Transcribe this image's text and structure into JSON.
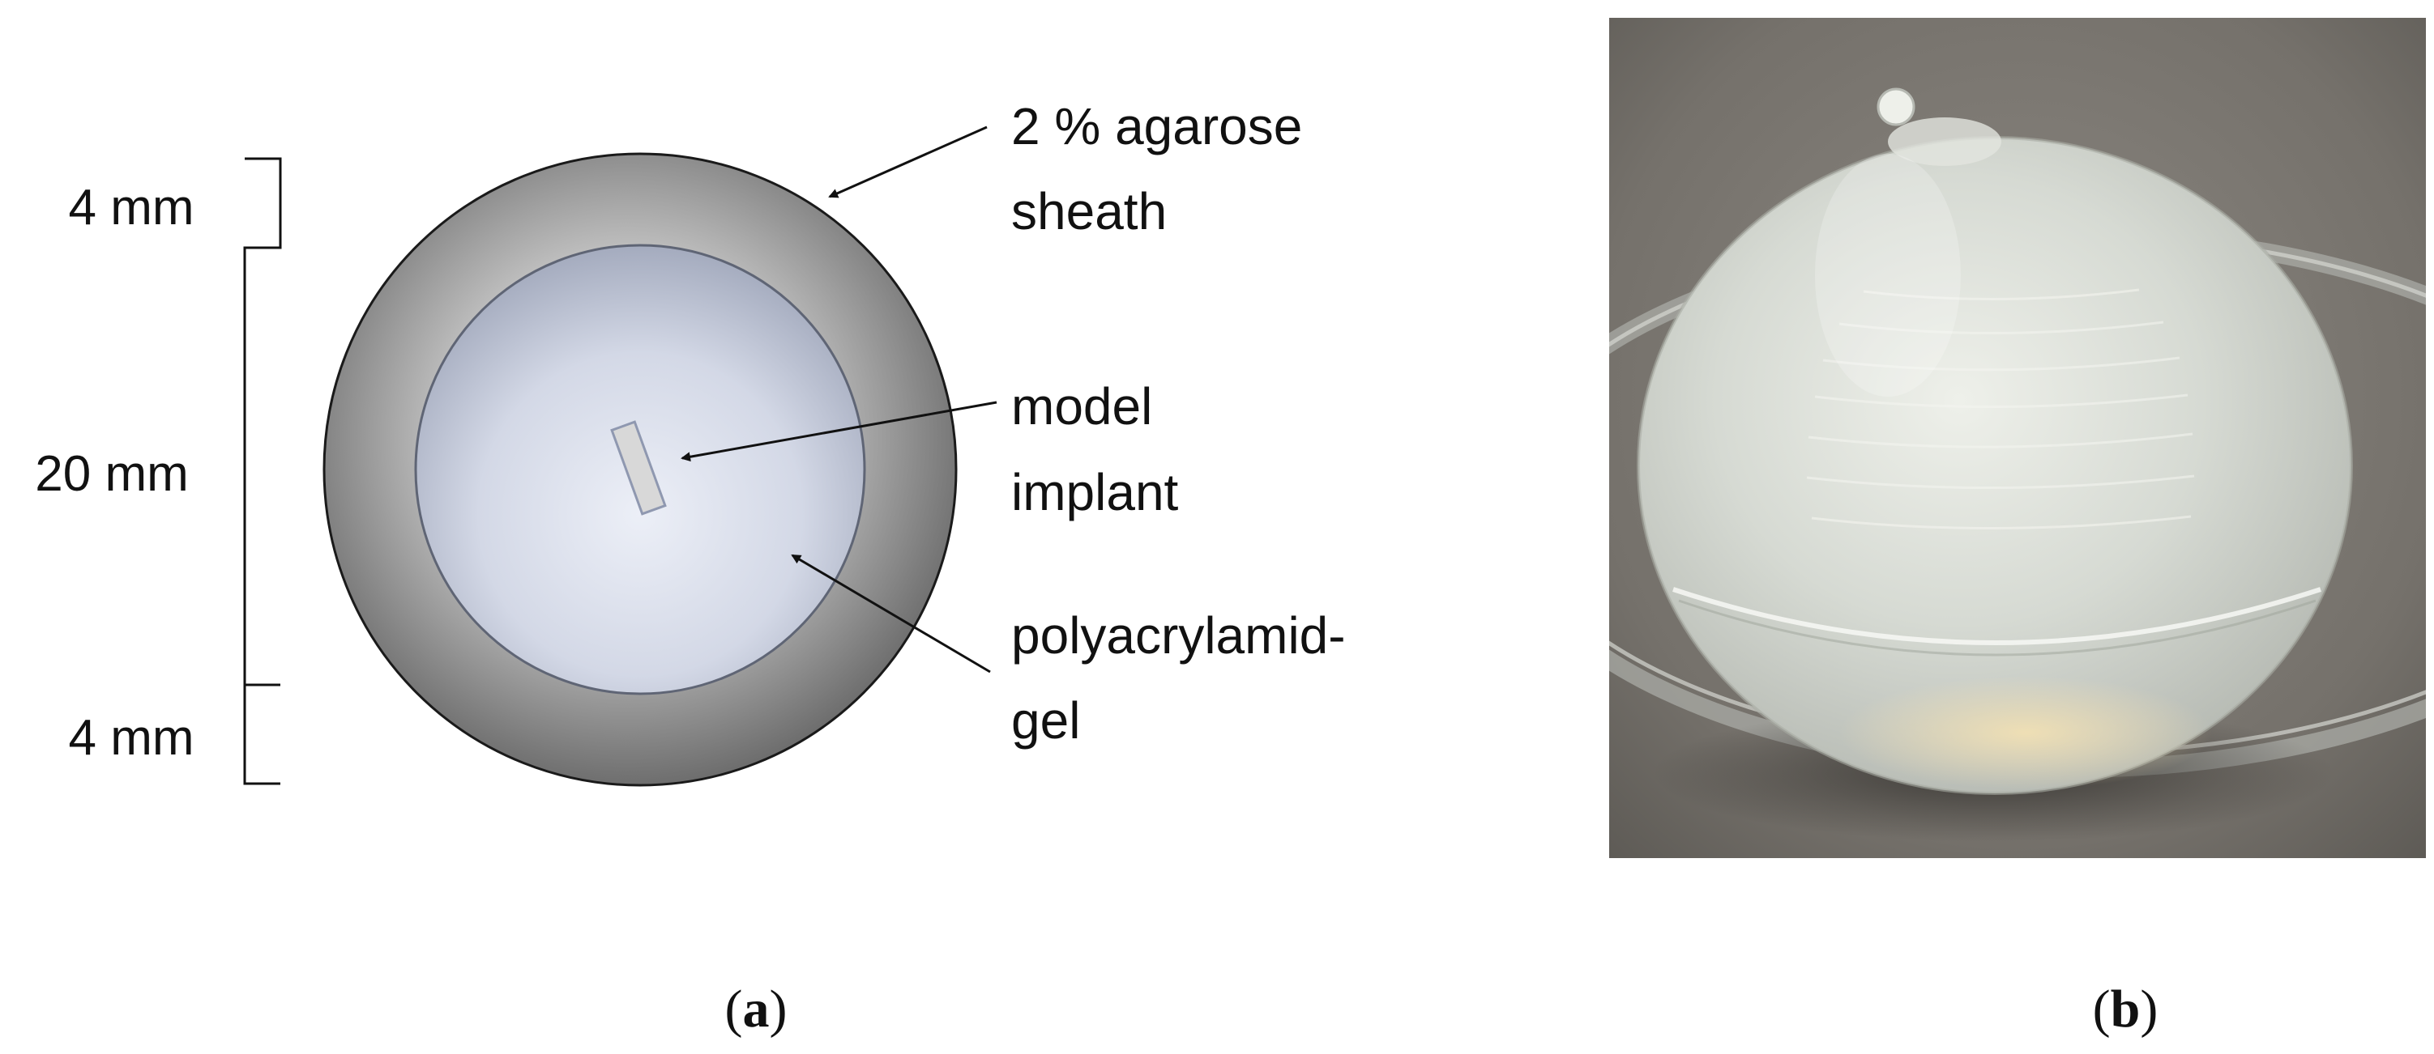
{
  "panel_a": {
    "dimensions": {
      "top": "4 mm",
      "middle": "20 mm",
      "bottom": "4 mm"
    },
    "callouts": {
      "agarose": [
        "2 % agarose",
        "sheath"
      ],
      "implant": [
        "model",
        "implant"
      ],
      "gel": [
        "polyacrylamid-",
        "gel"
      ]
    },
    "caption": {
      "open": "(",
      "letter": "a",
      "close": ")"
    }
  },
  "panel_b": {
    "caption": {
      "open": "(",
      "letter": "b",
      "close": ")"
    }
  },
  "colors": {
    "sheath_light": "#c4c4c4",
    "sheath_dark": "#6e6e6e",
    "core_light": "#e6e9f2",
    "core_dark": "#a6adc0",
    "photo_background": "#7e7a74"
  }
}
